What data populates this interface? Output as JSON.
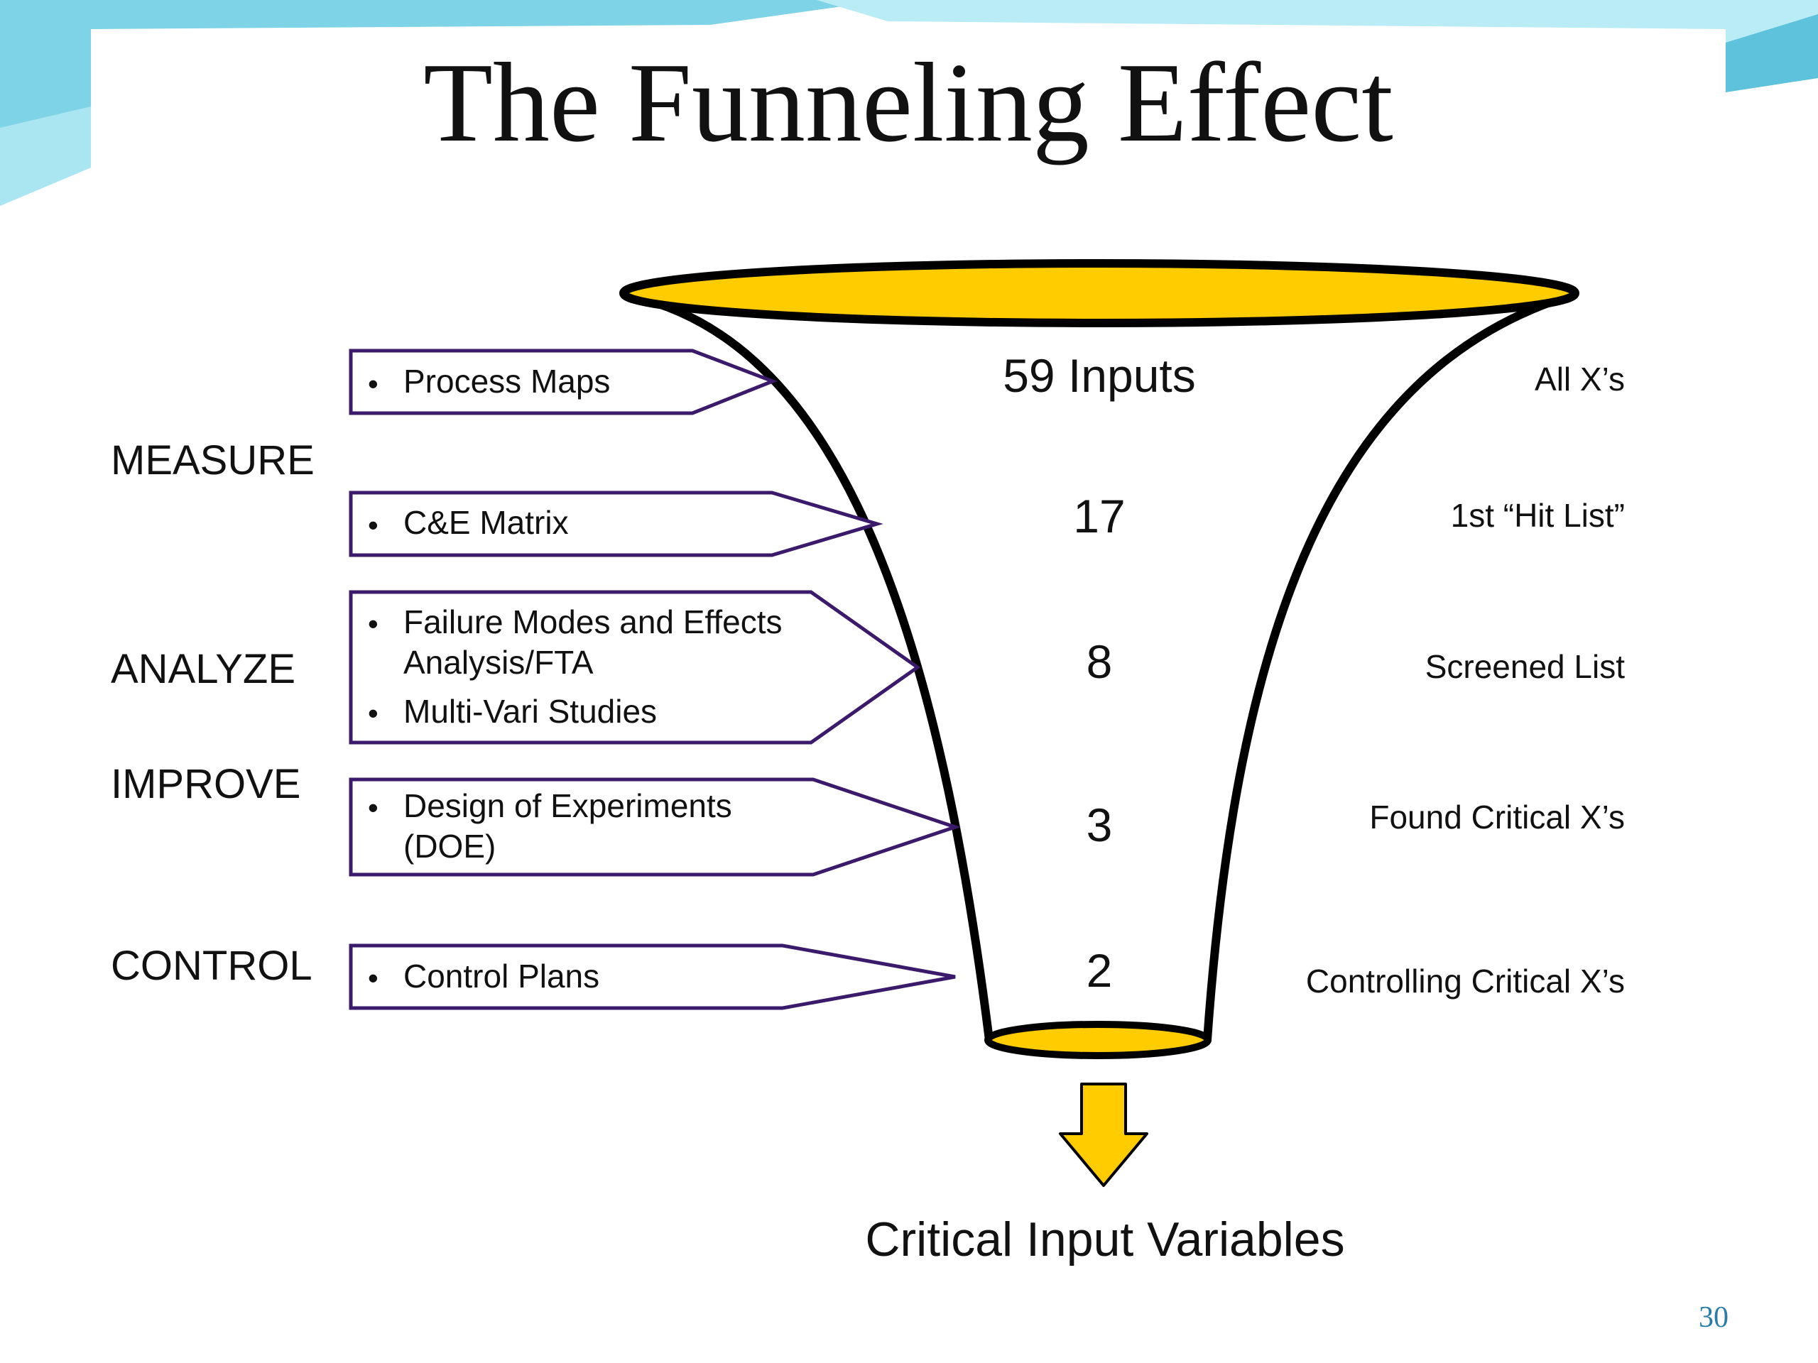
{
  "slide": {
    "title": "The Funneling Effect",
    "number": "30"
  },
  "phases": [
    {
      "label": "MEASURE"
    },
    {
      "label": "ANALYZE"
    },
    {
      "label": "IMPROVE"
    },
    {
      "label": "CONTROL"
    }
  ],
  "tools": [
    {
      "bullets": [
        [
          "Process Maps"
        ]
      ]
    },
    {
      "bullets": [
        [
          "C&E Matrix"
        ]
      ]
    },
    {
      "bullets": [
        [
          "Failure Modes and Effects",
          "Analysis/FTA"
        ],
        [
          "Multi-Vari Studies"
        ]
      ]
    },
    {
      "bullets": [
        [
          "Design of Experiments",
          "(DOE)"
        ]
      ]
    },
    {
      "bullets": [
        [
          "Control Plans"
        ]
      ]
    }
  ],
  "funnel_counts": [
    "59 Inputs",
    "17",
    "8",
    "3",
    "2"
  ],
  "stage_labels": [
    "All X’s",
    "1st “Hit List”",
    "Screened List",
    "Found Critical X’s",
    "Controlling Critical X’s"
  ],
  "output": {
    "label": "Critical Input Variables"
  },
  "colors": {
    "funnel_fill": "#ffcc00",
    "outline": "#000000",
    "arrow_border": "#3b1a6b",
    "deco_blue": "#7fd3e6",
    "number_color": "#2a7ca8"
  }
}
